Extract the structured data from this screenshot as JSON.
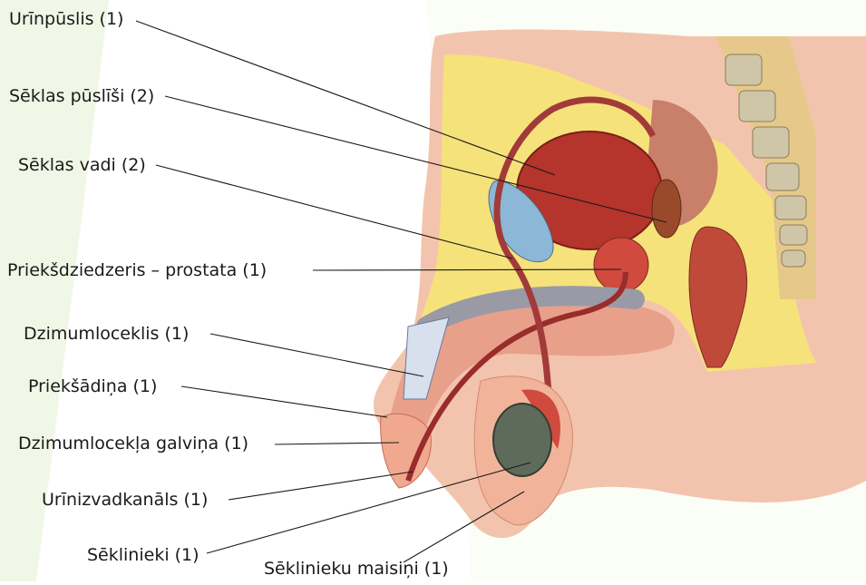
{
  "labels": [
    "Urīnpūslis (1)",
    "Sēklas pūslīši (2)",
    "Sēklas vadi (2)",
    "Priekšdziedzeris – prostata (1)",
    "Dzimumloceklis (1)",
    "Priekšādiņa (1)",
    "Dzimumlocekļa galviņa (1)",
    "Urīnizvadkanāls (1)",
    "Sēklinieki (1)",
    "Sēklinieku maisiņi (1)"
  ],
  "colors": {
    "skin": "#f3c4ad",
    "fat": "#f6e27a",
    "muscle": "#c8403a",
    "bladder": "#b5342c",
    "vessel": "#a23a3a",
    "testis": "#5e6b5a",
    "pubic_bone": "#8db7d6",
    "vertebra": "#cfc6a8",
    "background_tint": "#eef5e0"
  }
}
